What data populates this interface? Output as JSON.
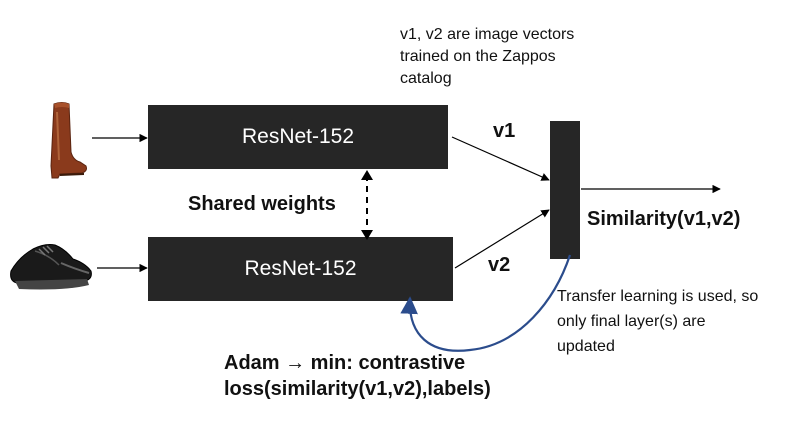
{
  "encoders": {
    "top_label": "ResNet-152",
    "bottom_label": "ResNet-152"
  },
  "vectors": {
    "v1": "v1",
    "v2": "v2"
  },
  "shared_weights": "Shared weights",
  "similarity_label": "Similarity(v1,v2)",
  "notes": {
    "zappos_line1": "v1, v2 are image vectors",
    "zappos_line2": "trained on the Zappos",
    "zappos_line3": "catalog",
    "transfer_line1": "Transfer learning is used, so",
    "transfer_line2": "only final layer(s) are",
    "transfer_line3": "updated"
  },
  "optimizer": {
    "line1": "Adam → min: contrastive",
    "line2": "loss(similarity(v1,v2),labels)"
  },
  "inputs": {
    "top_image": "boot-image",
    "bottom_image": "sneaker-image"
  },
  "colors": {
    "block": "#262626",
    "feedback_curve": "#2b4c8c"
  }
}
